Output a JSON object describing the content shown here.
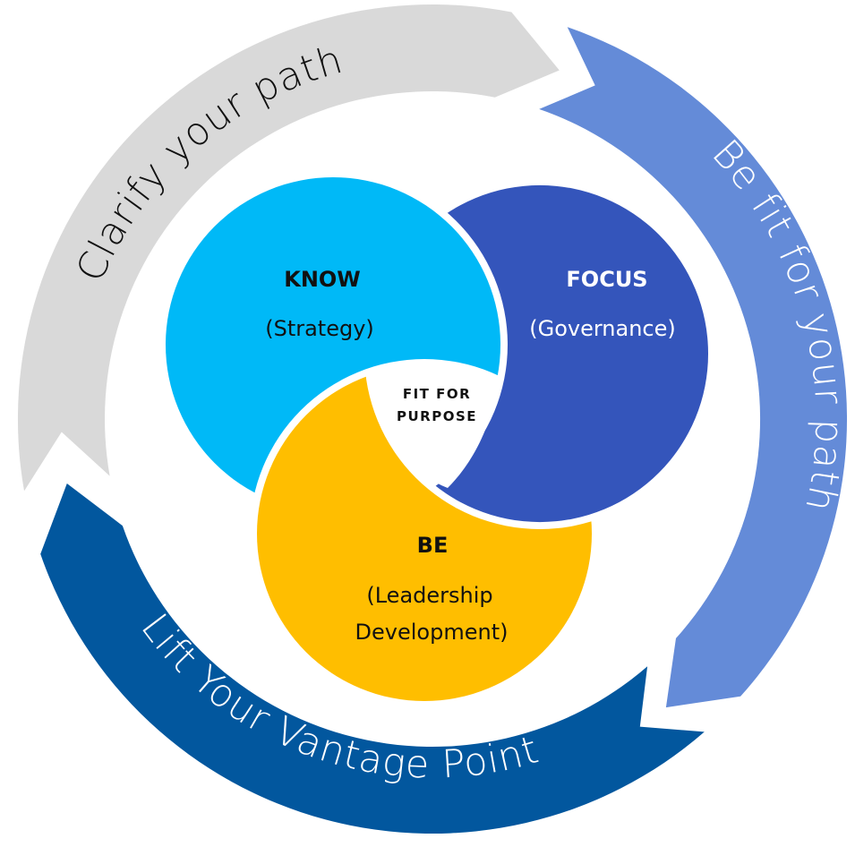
{
  "colors": {
    "clarify_arrow": "#d9d9d9",
    "fit_arrow": "#648bd8",
    "lift_arrow": "#02579e",
    "know_circle": "#00b9f7",
    "focus_circle": "#3455bb",
    "be_circle": "#ffbe00",
    "center": "#ffffff",
    "dark_text": "#111111",
    "light_text": "#ffffff"
  },
  "outer_cycle": [
    {
      "id": "clarify",
      "label": "Clarify your path"
    },
    {
      "id": "fit",
      "label": "Be fit for your path"
    },
    {
      "id": "lift",
      "label": "Lift Your Vantage Point"
    }
  ],
  "circles": {
    "know": {
      "title": "KNOW",
      "subtitle": "(Strategy)"
    },
    "focus": {
      "title": "FOCUS",
      "subtitle": "(Governance)"
    },
    "be": {
      "title": "BE",
      "subtitle_line1": "(Leadership",
      "subtitle_line2": "Development)"
    }
  },
  "center": {
    "line1": "FIT FOR",
    "line2": "PURPOSE"
  }
}
